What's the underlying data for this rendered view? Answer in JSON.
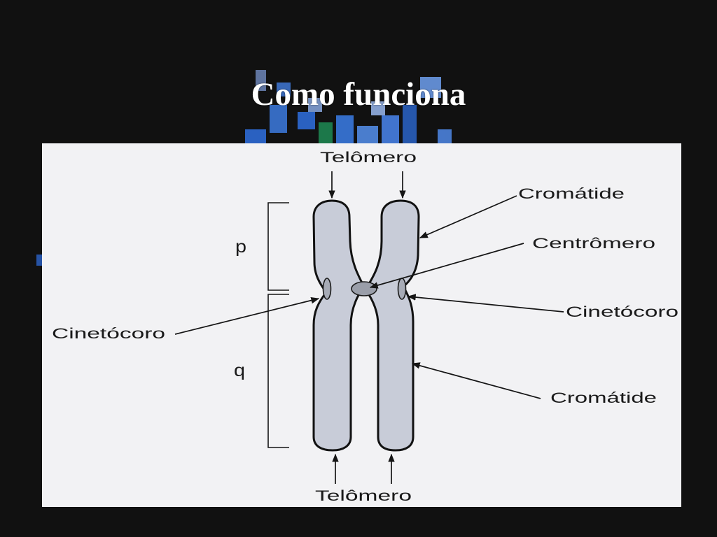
{
  "slide": {
    "title": "Como funciona"
  },
  "diagram": {
    "labels": {
      "telomere_top": "Telômero",
      "chromatid_top": "Cromátide",
      "centromere": "Centrômero",
      "kinetochore_right": "Cinetócoro",
      "kinetochore_left": "Cinetócoro",
      "arm_p": "p",
      "arm_q": "q",
      "chromatid_bottom": "Cromátide",
      "telomere_bottom": "Telômero"
    }
  },
  "colors": {
    "background": "#111111",
    "title": "#ffffff",
    "panel": "#f2f2f4",
    "chromatid_fill": "#c8ccd8",
    "outline": "#121212",
    "decor_blue": "#3b7ee8",
    "decor_green": "#1f8a55"
  }
}
